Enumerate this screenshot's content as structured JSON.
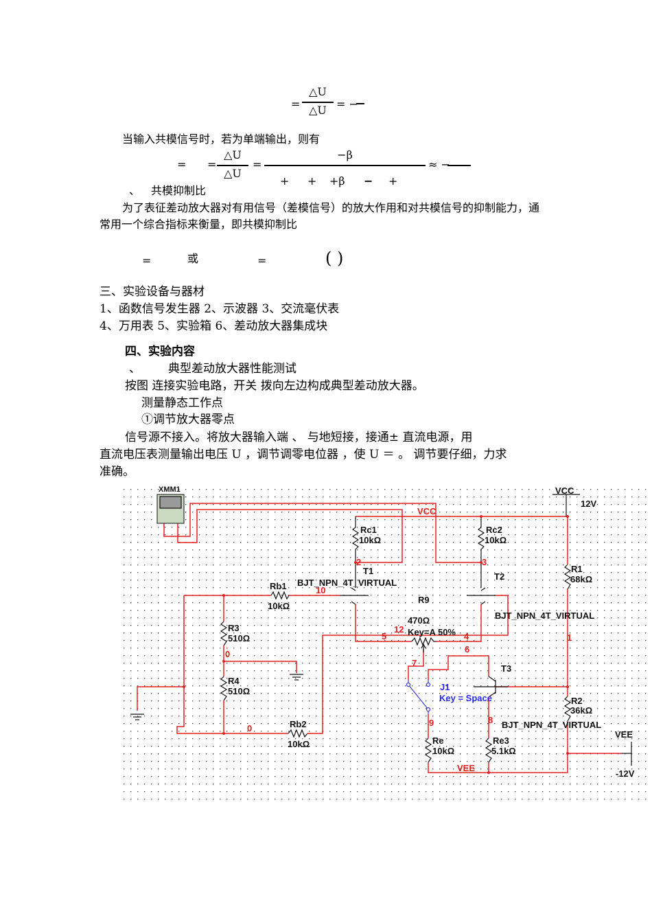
{
  "formula1": {
    "eq": "=",
    "num": "△U",
    "den": "△U",
    "tail": "= − "
  },
  "p_common_mode": "当输入共模信号时，若为单端输出，则有",
  "formula2": {
    "eq1": "=",
    "eq2": "=",
    "num": "△U",
    "den": "△U",
    "eq3": "=",
    "num2": "−β",
    "den2": [
      "+",
      "+",
      "+β",
      "−",
      "+"
    ],
    "approx": "≈ −"
  },
  "sec_cmrr": {
    "mark": "、",
    "title": "共模抑制比"
  },
  "p_cmrr": [
    "为了表征差动放大器对有用信号（差模信号）的放大作用和对共模信号的抑制能力，通",
    "常用一个综合指标来衡量，即共模抑制比"
  ],
  "formula3": {
    "eq1": "=",
    "or": "或",
    "eq2": "=",
    "paren": "(   )"
  },
  "sec3": {
    "title": "三、实验设备与器材",
    "line1": "1、函数信号发生器  2、示波器  3、交流毫伏表",
    "line2": "4、万用表  5、实验箱  6、差动放大器集成块"
  },
  "sec4": {
    "title": "四、实验内容",
    "sub_mark": "、",
    "sub_title": "典型差动放大器性能测试",
    "l1": "按图        连接实验电路，开关    拨向左边构成典型差动放大器。",
    "l2": "测量静态工作点",
    "l3": "①调节放大器零点",
    "l4": "信号源不接入。将放大器输入端    、    与地短接，接通±        直流电源，用",
    "l5": "直流电压表测量输出电压 U ，调节调零电位器     ，使 U ＝  。 调节要仔细，力求",
    "l6": "准确。"
  },
  "circuit": {
    "meter": "XMM1",
    "vcc": "VCC",
    "vcc_val": "12V",
    "vcc_net": "VCC",
    "vee": "VEE",
    "vee_val": "-12V",
    "vee_net": "VEE",
    "rc1": "Rc1",
    "rc1_v": "10kΩ",
    "rc2": "Rc2",
    "rc2_v": "10kΩ",
    "r1": "R1",
    "r1_v": "68kΩ",
    "r2": "R2",
    "r2_v": "36kΩ",
    "rb1": "Rb1",
    "rb1_v": "10kΩ",
    "rb2": "Rb2",
    "rb2_v": "10kΩ",
    "r3": "R3",
    "r3_v": "510Ω",
    "r4": "R4",
    "r4_v": "510Ω",
    "re": "Re",
    "re_v": "10kΩ",
    "re3": "Re3",
    "re3_v": "5.1kΩ",
    "r9": "R9",
    "r9_v": "470Ω",
    "r9_key": "Key=A  50%",
    "t1": "T1",
    "t2": "T2",
    "t3": "T3",
    "bjt1": "BJT_NPN_4T_VIRTUAL",
    "bjt2": "BJT_NPN_4T_VIRTUAL",
    "bjt3": "BJT_NPN_4T_VIRTUAL",
    "j1": "J1",
    "j1_key": "Key = Space",
    "nodes": {
      "n0a": "0",
      "n0b": "0",
      "n1": "1",
      "n2": "2",
      "n3": "3",
      "n4": "4",
      "n5": "5",
      "n6": "6",
      "n7": "7",
      "n8": "8",
      "n9": "9",
      "n10": "10",
      "n12": "12"
    }
  },
  "colors": {
    "wire": "#e02020",
    "switch": "#3a3ad0"
  }
}
